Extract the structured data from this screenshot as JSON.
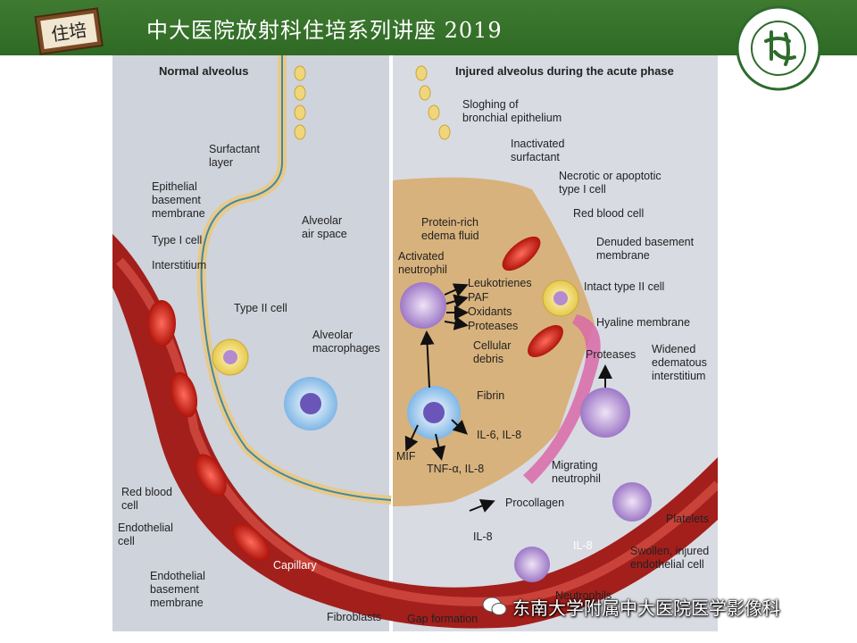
{
  "header": {
    "title": "中大医院放射科住培系列讲座 2019",
    "logo_left_text": "住培",
    "colors": {
      "band": "#3a7430",
      "logo_frame": "#7a4a24",
      "logo_paper": "#f1e6cf"
    }
  },
  "figure": {
    "left_panel": {
      "title": "Normal alveolus",
      "labels": {
        "surfactant": "Surfactant\nlayer",
        "epithelial_bm": "Epithelial\nbasement\nmembrane",
        "type1": "Type I cell",
        "interstitium": "Interstitium",
        "type2": "Type II cell",
        "airspace": "Alveolar\nair space",
        "macrophages": "Alveolar\nmacrophages",
        "rbc": "Red blood\ncell",
        "endothelial": "Endothelial\ncell",
        "endo_bm": "Endothelial\nbasement\nmembrane",
        "capillary": "Capillary",
        "fibroblasts": "Fibroblasts"
      }
    },
    "right_panel": {
      "title": "Injured alveolus during the acute phase",
      "labels": {
        "sloughing": "Sloghing of\nbronchial epithelium",
        "inactivated": "Inactivated\nsurfactant",
        "necrotic": "Necrotic or apoptotic\ntype I cell",
        "rbc": "Red blood cell",
        "protein_fluid": "Protein-rich\nedema fluid",
        "denuded": "Denuded basement\nmembrane",
        "neutrophil": "Activated\nneutrophil",
        "leukotrienes": "Leukotrienes",
        "paf": "PAF",
        "oxidants": "Oxidants",
        "proteases1": "Proteases",
        "intact_type2": "Intact type II cell",
        "hyaline": "Hyaline membrane",
        "debris": "Cellular\ndebris",
        "proteases2": "Proteases",
        "widened": "Widened\nedematous\ninterstitium",
        "fibrin": "Fibrin",
        "il6": "IL-6, IL-8",
        "mif": "MIF",
        "tnf": "TNF-α, IL-8",
        "migrating": "Migrating\nneutrophil",
        "procollagen": "Procollagen",
        "il8a": "IL-8",
        "il8b": "IL-8",
        "platelets": "Platelets",
        "swollen": "Swollen, injured\nendothelial cell",
        "neutrophils": "Neutrophils",
        "gap": "Gap formation"
      }
    }
  },
  "watermark": {
    "text": "东南大学附属中大医院医学影像科"
  }
}
